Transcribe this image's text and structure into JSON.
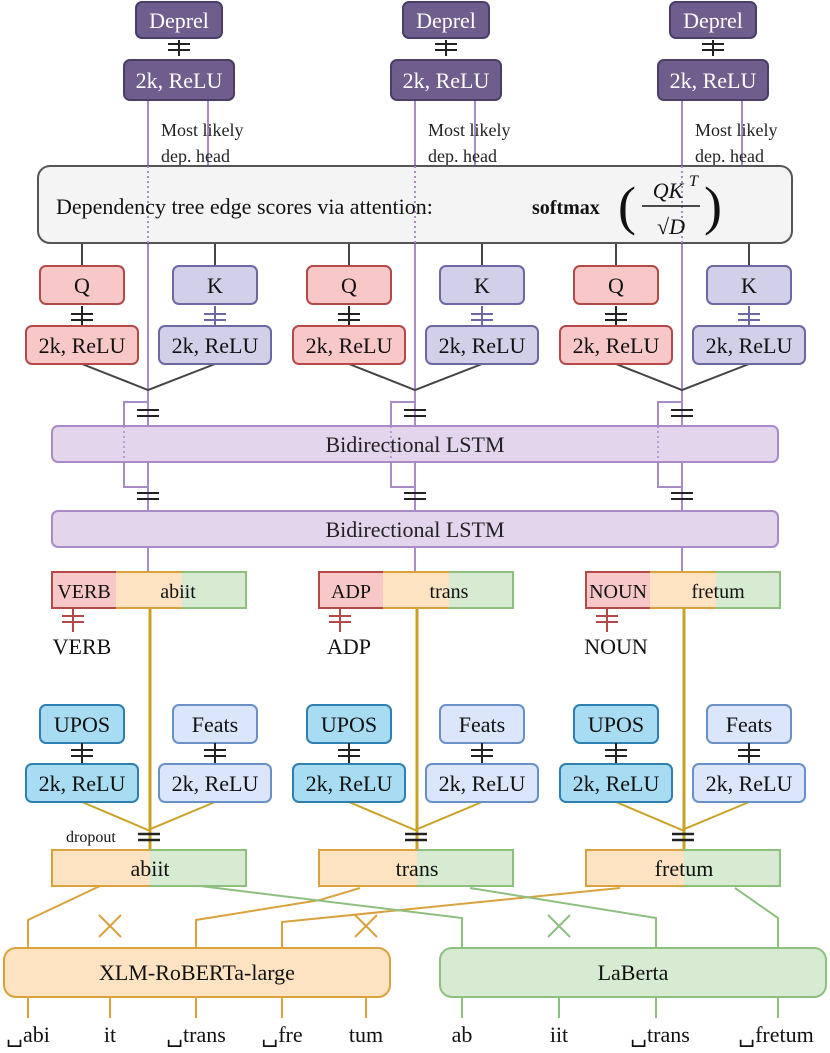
{
  "colors": {
    "purple_fill": "#6f5e8d",
    "purple_stroke": "#4a3d66",
    "purple_line": "#a88bc7",
    "lstm_fill": "#e3d5ec",
    "lstm_stroke": "#a88bc7",
    "q_fill": "#f8c8c8",
    "q_stroke": "#b34a4a",
    "k_fill": "#d2d0e8",
    "k_stroke": "#6b68a3",
    "upos_fill": "#a8dcf2",
    "upos_stroke": "#2f7fb0",
    "feats_fill": "#dbe6fa",
    "feats_stroke": "#6a90c8",
    "orange_fill": "#fde3c2",
    "orange_stroke": "#d9a23c",
    "green_fill": "#d7ebd3",
    "green_stroke": "#8dbf7f",
    "gold_line": "#c9a225",
    "attention_fill": "#f4f4f4",
    "attention_stroke": "#555555"
  },
  "columns": [
    {
      "deprel": "Deprel",
      "deprel_relu": "2k, ReLU",
      "head_note_1": "Most likely",
      "head_note_2": "dep. head",
      "q": "Q",
      "k": "K",
      "q_relu": "2k, ReLU",
      "k_relu": "2k, ReLU",
      "pos_tag": "VERB",
      "word": "abiit",
      "pos_below": "VERB",
      "upos": "UPOS",
      "feats": "Feats",
      "upos_relu": "2k, ReLU",
      "feats_relu": "2k, ReLU",
      "emb_word": "abiit"
    },
    {
      "deprel": "Deprel",
      "deprel_relu": "2k, ReLU",
      "head_note_1": "Most likely",
      "head_note_2": "dep. head",
      "q": "Q",
      "k": "K",
      "q_relu": "2k, ReLU",
      "k_relu": "2k, ReLU",
      "pos_tag": "ADP",
      "word": "trans",
      "pos_below": "ADP",
      "upos": "UPOS",
      "feats": "Feats",
      "upos_relu": "2k, ReLU",
      "feats_relu": "2k, ReLU",
      "emb_word": "trans"
    },
    {
      "deprel": "Deprel",
      "deprel_relu": "2k, ReLU",
      "head_note_1": "Most likely",
      "head_note_2": "dep. head",
      "q": "Q",
      "k": "K",
      "q_relu": "2k, ReLU",
      "k_relu": "2k, ReLU",
      "pos_tag": "NOUN",
      "word": "fretum",
      "pos_below": "NOUN",
      "upos": "UPOS",
      "feats": "Feats",
      "upos_relu": "2k, ReLU",
      "feats_relu": "2k, ReLU",
      "emb_word": "fretum"
    }
  ],
  "attention": {
    "label": "Dependency tree edge scores via attention:",
    "softmax": "softmax",
    "numerator": "QK",
    "superscript": "T",
    "denominator": "√D"
  },
  "lstm_top": "Bidirectional LSTM",
  "lstm_bottom": "Bidirectional LSTM",
  "dropout": "dropout",
  "encoders": {
    "xlmr": "XLM-RoBERTa-large",
    "laberta": "LaBerta"
  },
  "subword_tokens": [
    "␣abi",
    "it",
    "␣trans",
    "␣fre",
    "tum",
    "ab",
    "iit",
    "␣trans",
    "␣fretum"
  ]
}
